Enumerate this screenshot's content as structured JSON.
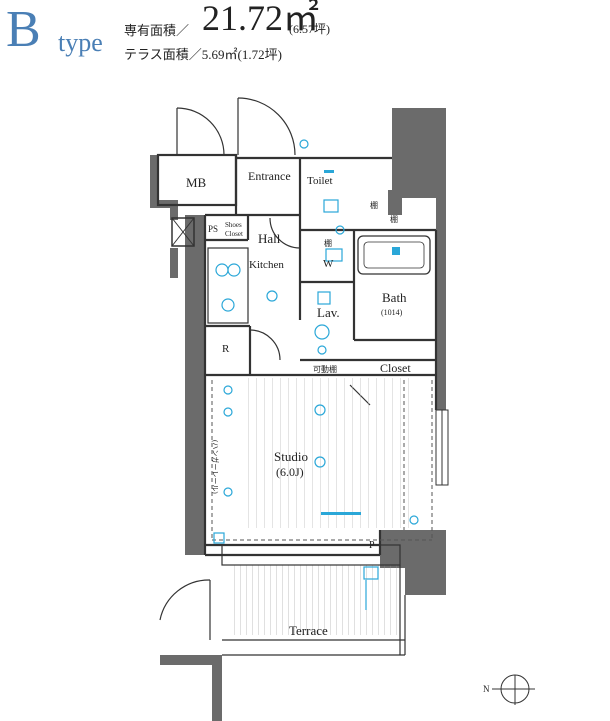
{
  "header": {
    "type_letter": "B",
    "type_word": "type",
    "area_label": "専有面積／",
    "area_value": "21.72㎡",
    "area_tsubo": "(6.57坪)",
    "terrace_line": "テラス面積／5.69㎡(1.72坪)"
  },
  "rooms": {
    "mb": "MB",
    "entrance": "Entrance",
    "toilet": "Toilet",
    "ps": "PS",
    "shoes_closet_1": "Shoes",
    "shoes_closet_2": "Closet",
    "hall": "Hall",
    "kitchen": "Kitchen",
    "w": "W",
    "bath": "Bath",
    "bath_size": "(1014)",
    "lav": "Lav.",
    "r": "R",
    "movable_shelf": "可動棚",
    "closet": "Closet",
    "shelf_1": "棚",
    "shelf_2": "棚",
    "shelf_3": "棚",
    "studio": "Studio",
    "studio_size": "(6.0J)",
    "hanger_rail": "(ハンガーレール)",
    "p": "P",
    "terrace": "Terrace",
    "compass": "N"
  },
  "colors": {
    "wall": "#6b6b6b",
    "equipment": "#2aa7d8",
    "accent": "#4a7fb5"
  }
}
